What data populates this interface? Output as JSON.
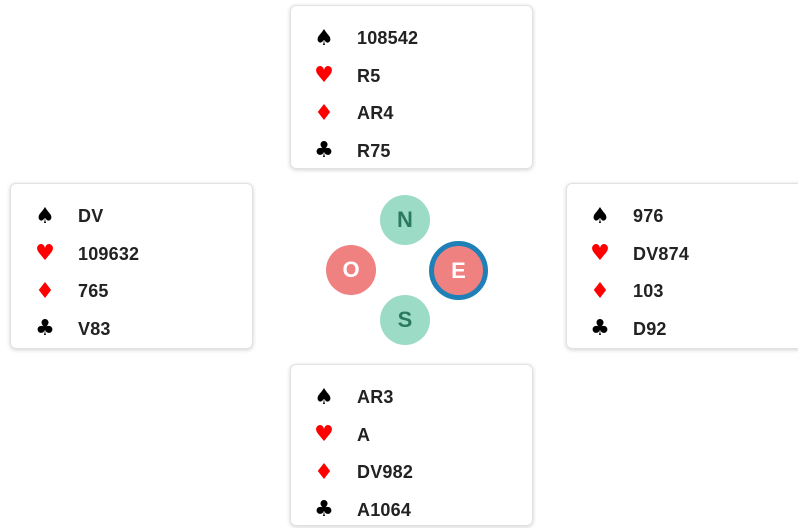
{
  "hands": {
    "north": {
      "spades": "108542",
      "hearts": "R5",
      "diamonds": "AR4",
      "clubs": "R75"
    },
    "west": {
      "spades": "DV",
      "hearts": "109632",
      "diamonds": "765",
      "clubs": "V83"
    },
    "east": {
      "spades": "976",
      "hearts": "DV874",
      "diamonds": "103",
      "clubs": "D92"
    },
    "south": {
      "spades": "AR3",
      "hearts": "A",
      "diamonds": "DV982",
      "clubs": "A1064"
    }
  },
  "suits": {
    "spades": "♠",
    "hearts": "♥",
    "diamonds": "♦",
    "clubs": "♣"
  },
  "seats": {
    "north": "N",
    "south": "S",
    "west": "O",
    "east": "E",
    "active": "east"
  },
  "colors": {
    "ns_seat": "#9cdcc6",
    "ew_seat": "#ef8181",
    "active_ring": "#1f80b8",
    "red_suit": "#ff0000",
    "black_suit": "#000000"
  }
}
